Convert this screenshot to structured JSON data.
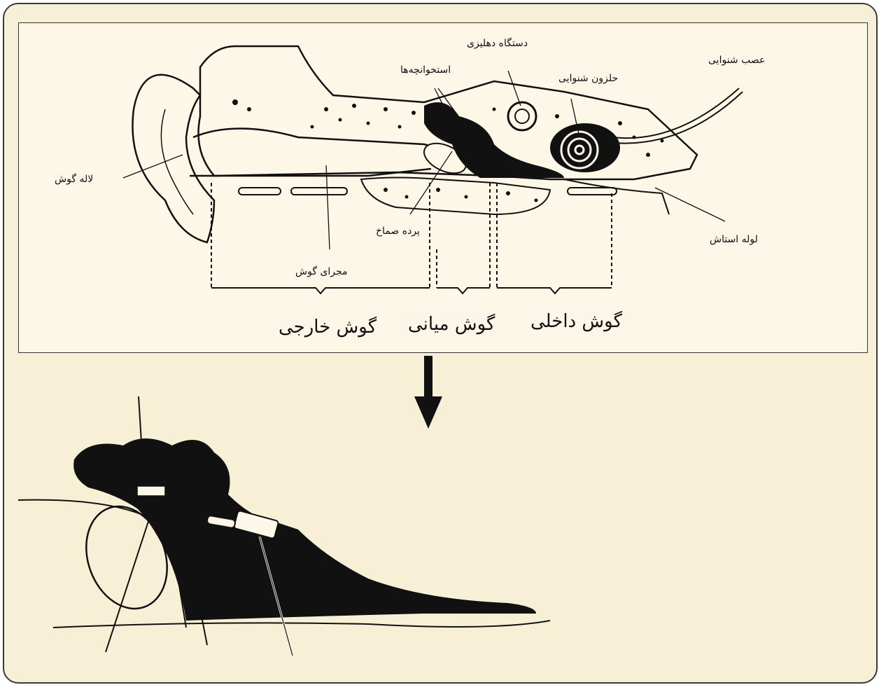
{
  "labels": {
    "vestibular": "دستگاه دهلیزی",
    "auditory_nerve": "عصب شنوایی",
    "ossicles": "استخوانچه‌ها",
    "cochlea": "حلزون شنوایی",
    "pinna": "لاله گوش",
    "eardrum": "پرده صماخ",
    "eustachian": "لوله استاش",
    "ear_canal": "مجرای گوش"
  },
  "sections": {
    "outer": "گوش خارجی",
    "middle": "گوش میانی",
    "inner": "گوش داخلی"
  },
  "colors": {
    "background": "#f8efd7",
    "ink": "#111111",
    "border": "#333333"
  }
}
